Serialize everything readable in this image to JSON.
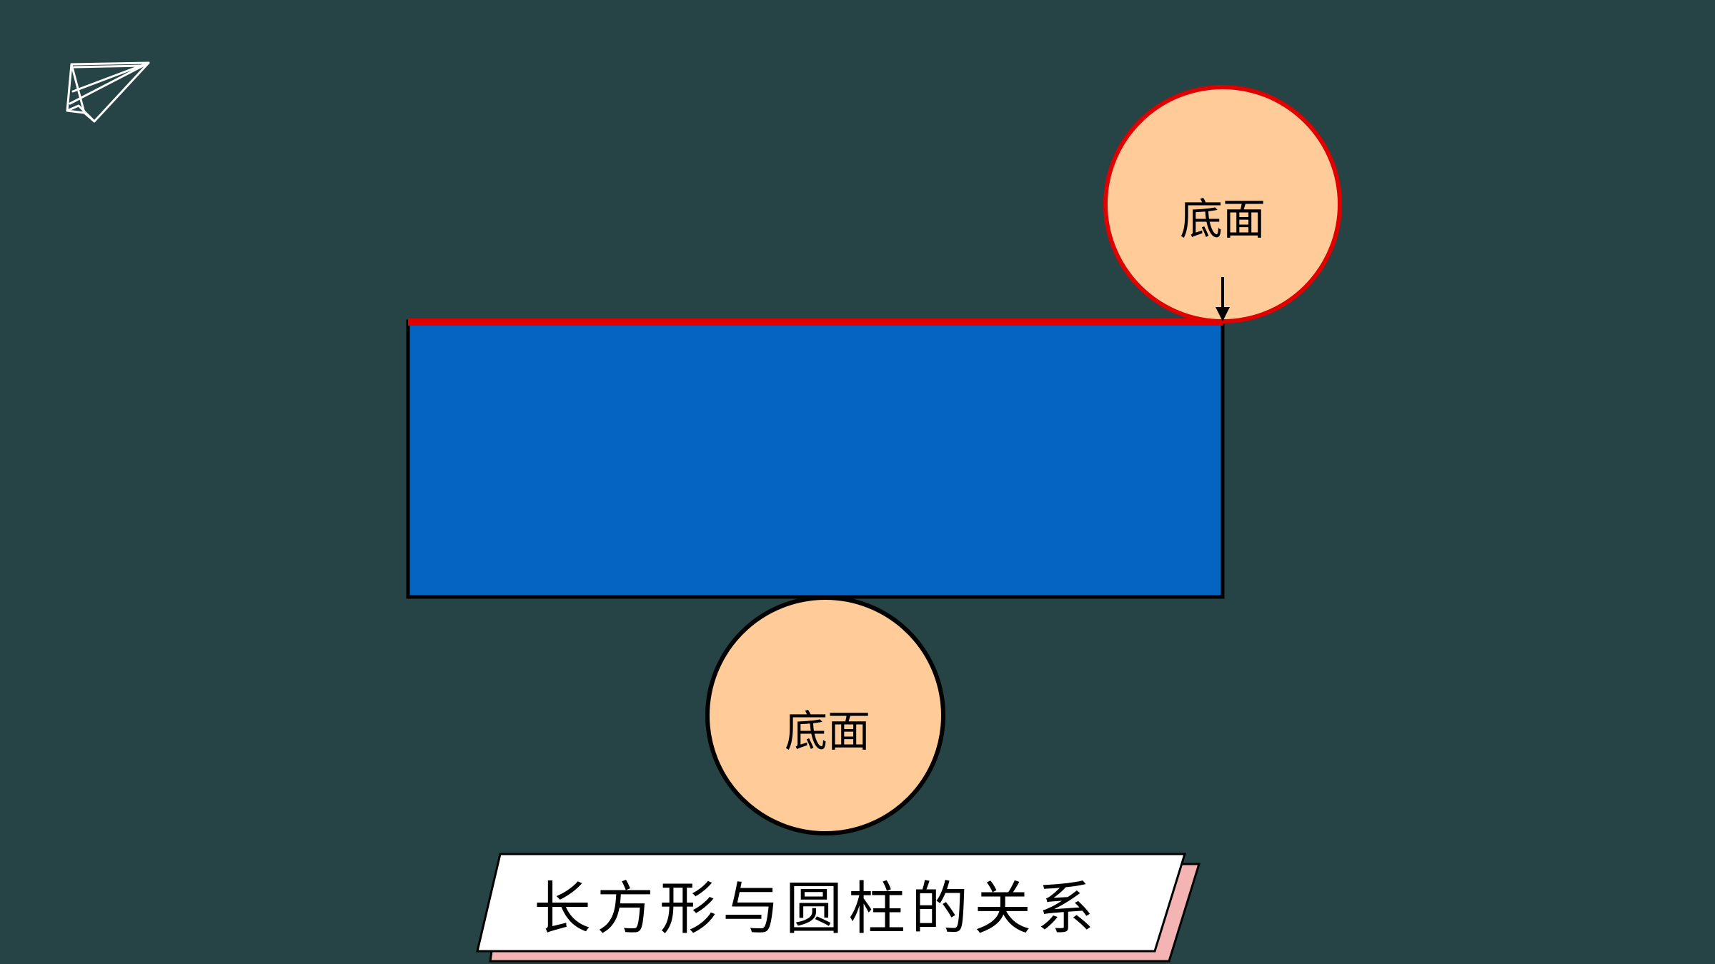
{
  "colors": {
    "background": "#264345",
    "rectangle_fill": "#0563C1",
    "circle_fill": "#FFCC99",
    "highlight": "#E00000",
    "outline": "#000000",
    "title_plate": "#FFFFFF",
    "title_shadow": "#F4B4B4"
  },
  "icons": {
    "corner": "paper-plane-icon"
  },
  "diagram": {
    "top_circle_label": "底面",
    "bottom_circle_label": "底面"
  },
  "title": "长方形与圆柱的关系"
}
